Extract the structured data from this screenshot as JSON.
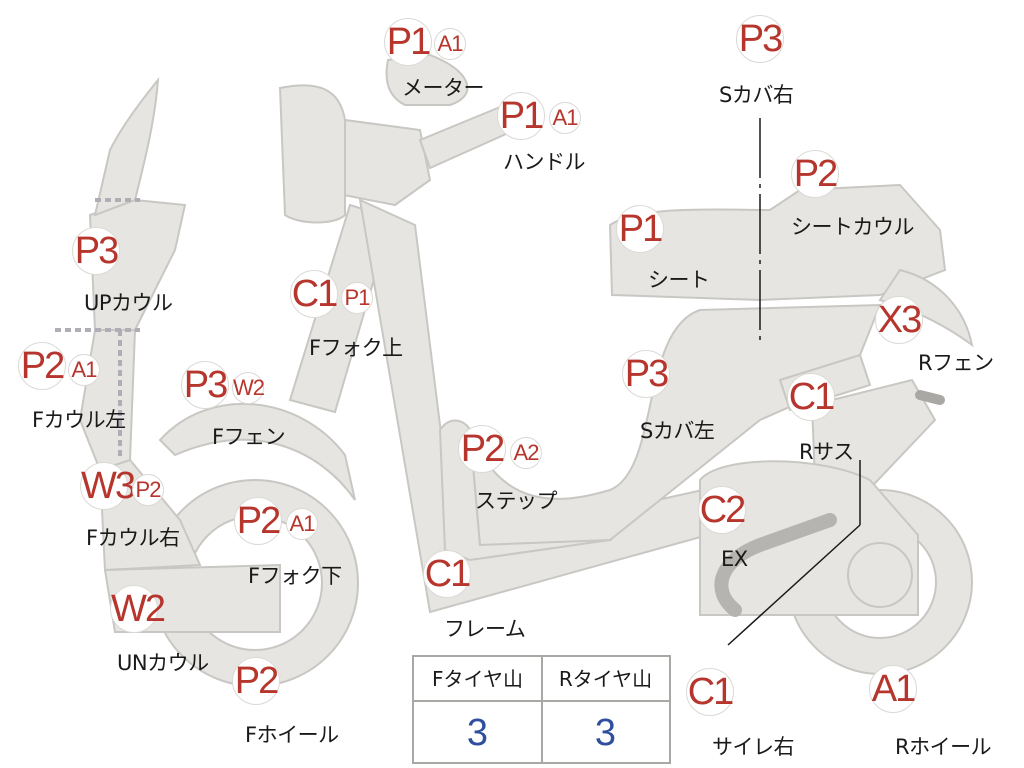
{
  "colors": {
    "part_fill": "#e6e5e1",
    "part_stroke": "#c8c7c3",
    "dashed": "#b0aeb4",
    "badge_code": "#b6352c",
    "value": "#2f4e9e"
  },
  "parts": [
    {
      "label": "メーター",
      "codes": [
        "P1",
        "A1"
      ]
    },
    {
      "label": "ハンドル",
      "codes": [
        "P1",
        "A1"
      ]
    },
    {
      "label": "Sカバ右",
      "codes": [
        "P3"
      ]
    },
    {
      "label": "シートカウル",
      "codes": [
        "P2"
      ]
    },
    {
      "label": "シート",
      "codes": [
        "P1"
      ]
    },
    {
      "label": "Rフェン",
      "codes": [
        "X3"
      ]
    },
    {
      "label": "UPカウル",
      "codes": [
        "P3"
      ]
    },
    {
      "label": "Fフォク上",
      "codes": [
        "C1",
        "P1"
      ]
    },
    {
      "label": "Fカウル左",
      "codes": [
        "P2",
        "A1"
      ]
    },
    {
      "label": "Fフェン",
      "codes": [
        "P3",
        "W2"
      ]
    },
    {
      "label": "Sカバ左",
      "codes": [
        "P3"
      ]
    },
    {
      "label": "Rサス",
      "codes": [
        "C1"
      ]
    },
    {
      "label": "ステップ",
      "codes": [
        "P2",
        "A2"
      ]
    },
    {
      "label": "Fカウル右",
      "codes": [
        "W3",
        "P2"
      ]
    },
    {
      "label": "Fフォク下",
      "codes": [
        "P2",
        "A1"
      ]
    },
    {
      "label": "EX",
      "codes": [
        "C2"
      ]
    },
    {
      "label": "フレーム",
      "codes": [
        "C1"
      ]
    },
    {
      "label": "UNカウル",
      "codes": [
        "W2"
      ]
    },
    {
      "label": "Fホイール",
      "codes": [
        "P2"
      ]
    },
    {
      "label": "サイレ右",
      "codes": [
        "C1"
      ]
    },
    {
      "label": "Rホイール",
      "codes": [
        "A1"
      ]
    }
  ],
  "tire_table": {
    "headers": [
      "Fタイヤ山",
      "Rタイヤ山"
    ],
    "values": [
      "3",
      "3"
    ]
  }
}
